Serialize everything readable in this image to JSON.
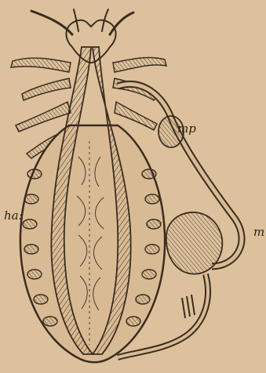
{
  "figure": {
    "background": "#dcc19c",
    "ink": "#2a2016",
    "labels": {
      "mp": "mp",
      "ha": "ha:",
      "m": "m"
    }
  }
}
